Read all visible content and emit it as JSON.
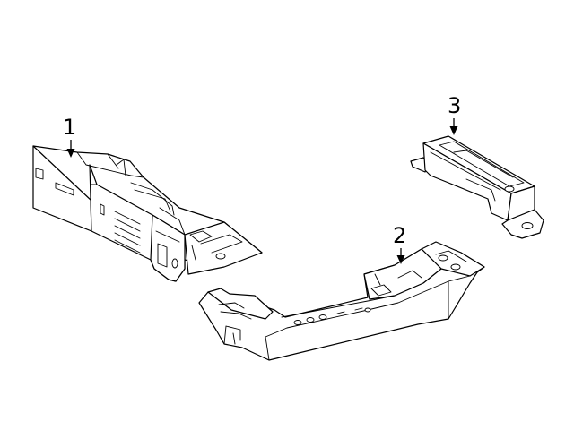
{
  "diagram": {
    "callouts": [
      {
        "id": "1",
        "label": "1"
      },
      {
        "id": "2",
        "label": "2"
      },
      {
        "id": "3",
        "label": "3"
      }
    ]
  },
  "colors": {
    "line": "#000000",
    "background": "#ffffff"
  }
}
